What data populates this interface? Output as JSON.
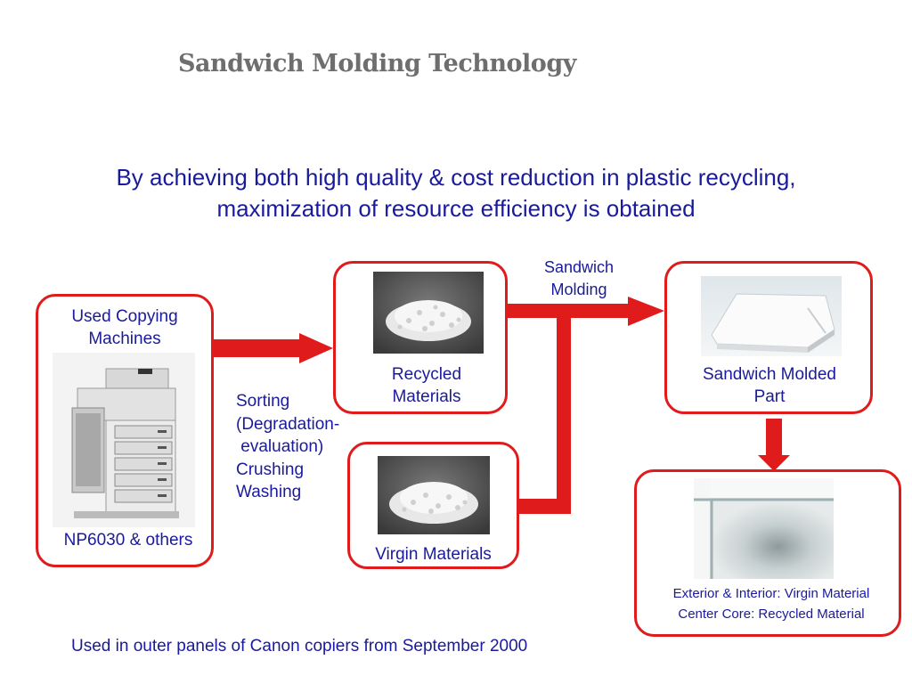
{
  "title": "Sandwich Molding Technology",
  "subtitle": {
    "line1": "By achieving both high quality & cost reduction in plastic recycling,",
    "line2": "maximization of resource efficiency is obtained"
  },
  "used_copying": {
    "line1": "Used Copying",
    "line2": "Machines",
    "caption": "NP6030 & others"
  },
  "sorting_text": "Sorting\n(Degradation-\n evaluation)\nCrushing\nWashing",
  "recycled": {
    "line1": "Recycled",
    "line2": "Materials"
  },
  "virgin": {
    "label": "Virgin Materials"
  },
  "sandwich_molding": {
    "line1": "Sandwich",
    "line2": "Molding"
  },
  "sandwich_part": {
    "line1": "Sandwich Molded",
    "line2": "Part"
  },
  "cross_section": {
    "line1": "Exterior & Interior: Virgin Material",
    "line2": "Center Core: Recycled Material"
  },
  "footer": "Used in outer panels of Canon copiers from September 2000",
  "colors": {
    "accent": "#e01b1b",
    "text": "#1a1a9c",
    "title": "#6e6e6e"
  },
  "icons": [
    "copier-photo",
    "pellets-photo",
    "molded-part-photo",
    "cross-section-photo"
  ]
}
